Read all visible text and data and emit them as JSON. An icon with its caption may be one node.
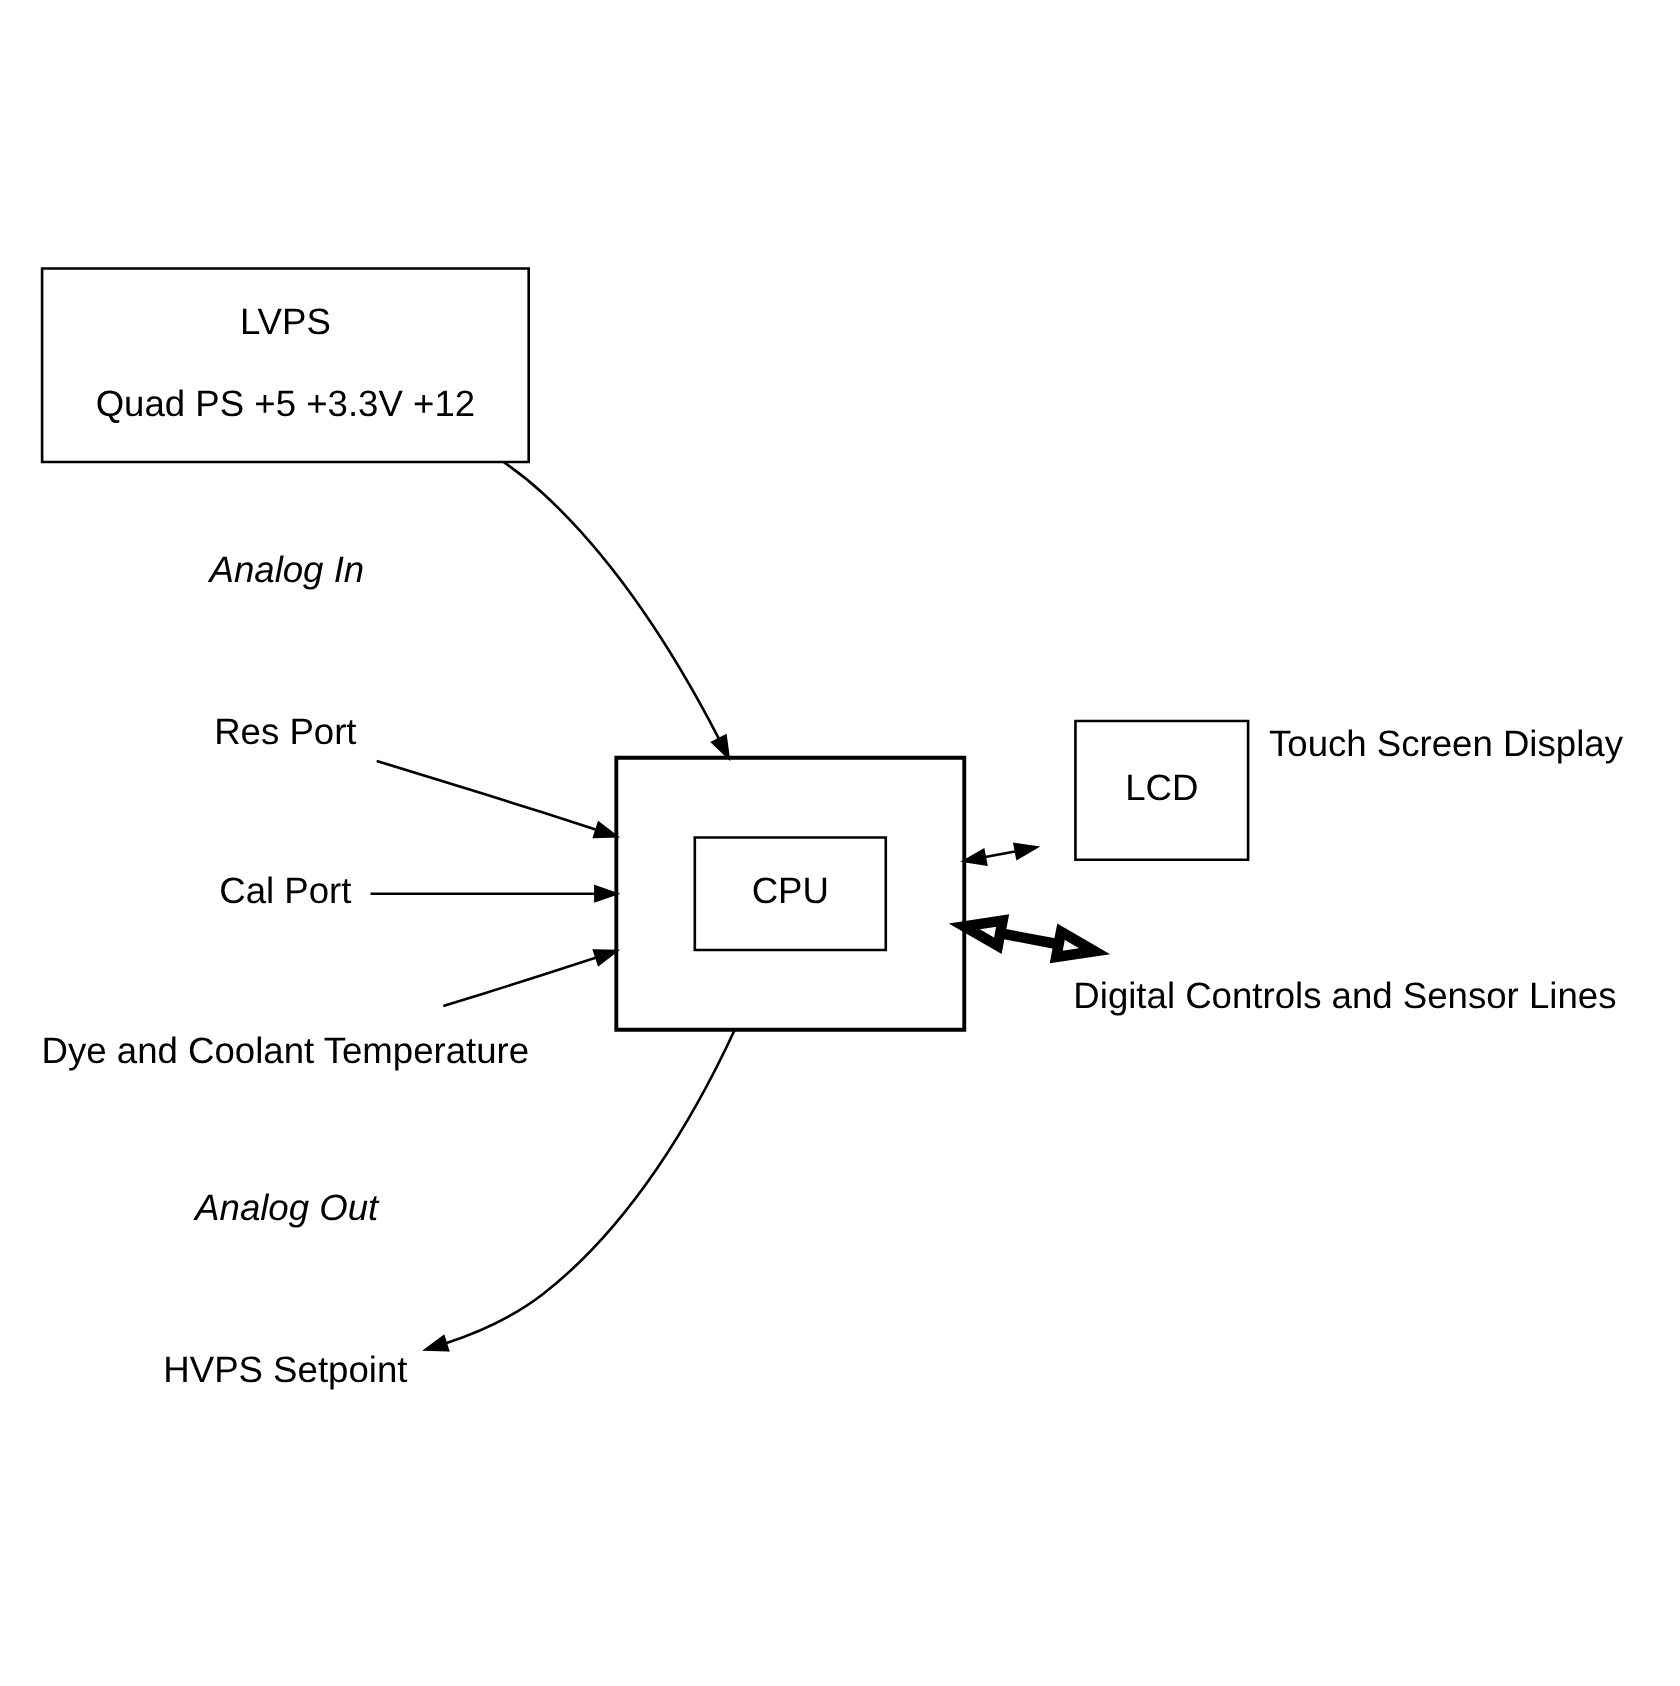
{
  "diagram": {
    "nodes": [
      {
        "text": [
          "LVPS",
          "Quad PS +5 +3.3V +12"
        ]
      },
      {
        "text": [],
        "shape": "box"
      },
      {
        "text": [
          "CPU"
        ],
        "in": 1
      },
      {
        "text": [
          "LCD"
        ],
        "beside": [
          "Touch Screen Display"
        ]
      },
      {
        "text": [
          "Res Port"
        ]
      },
      {
        "text": [
          "Cal Port"
        ]
      },
      {
        "text": [
          "Dye and Coolant Temperature"
        ]
      },
      {
        "text": [
          "HVPS Setpoint"
        ]
      },
      {
        "text": [
          "Digital Controls and Sensor Lines"
        ]
      }
    ],
    "edges": [
      {
        "from": 0,
        "to": 1,
        "arrow": "to"
      },
      {
        "from": 4,
        "to": 1,
        "arrow": "to"
      },
      {
        "from": 5,
        "to": 1,
        "arrow": "to"
      },
      {
        "from": 6,
        "to": 1,
        "arrow": "to"
      },
      {
        "from": 1,
        "to": 7,
        "arrow": "to"
      },
      {
        "from": 1,
        "to": 3,
        "arrow": "both"
      },
      {
        "from": 1,
        "to": 8,
        "arrow": "both",
        "style": "thick"
      }
    ],
    "labels": [
      "Analog In",
      "Analog Out"
    ]
  }
}
